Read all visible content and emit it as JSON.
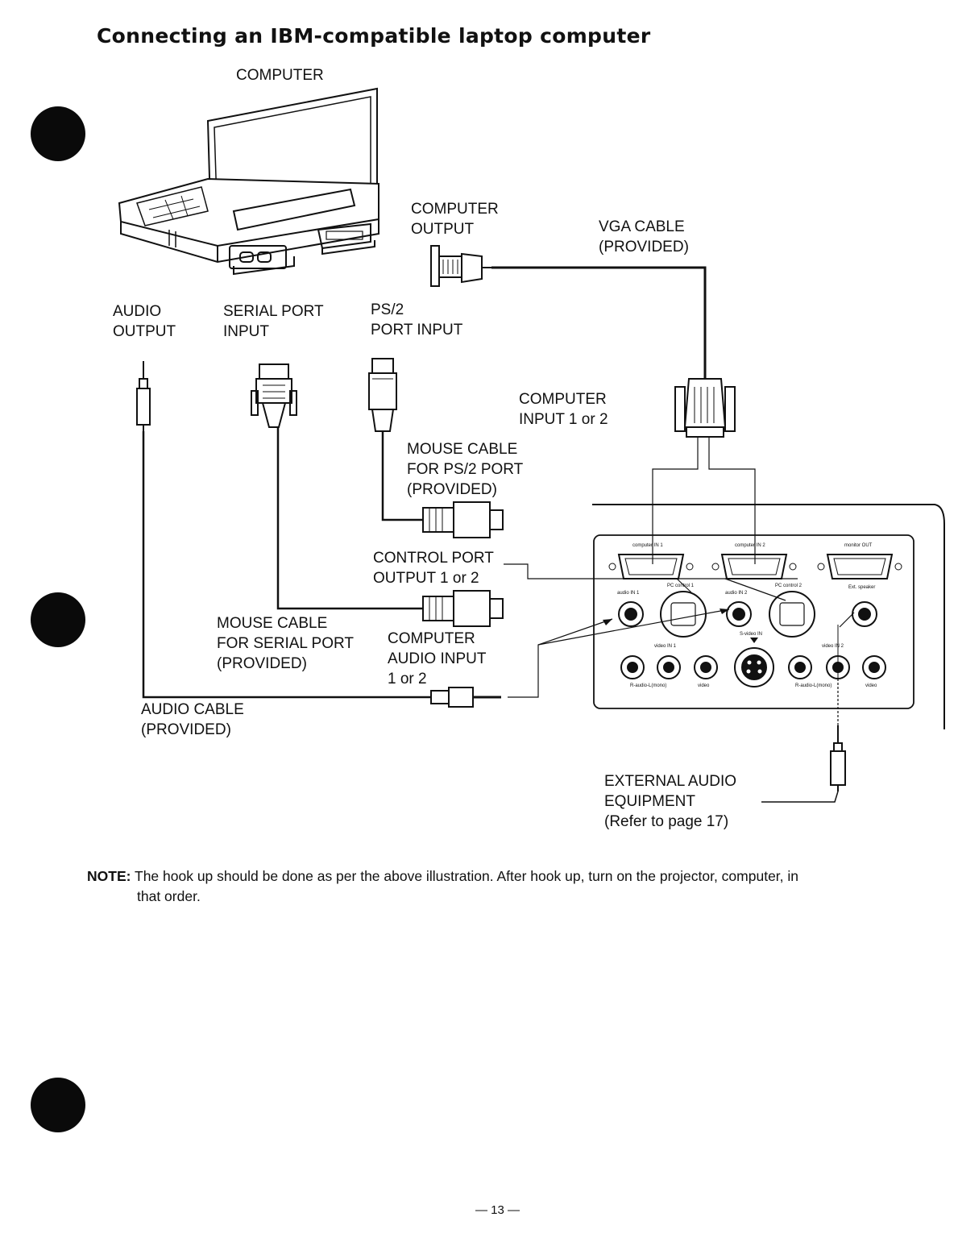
{
  "title": "Connecting an IBM-compatible laptop computer",
  "labels": {
    "computer": "COMPUTER",
    "computer_output": "COMPUTER\nOUTPUT",
    "vga_cable": "VGA CABLE\n(PROVIDED)",
    "audio_output": "AUDIO\nOUTPUT",
    "serial_port_input": "SERIAL PORT\nINPUT",
    "ps2_port_input": "PS/2\nPORT INPUT",
    "computer_input": "COMPUTER\nINPUT 1 or 2",
    "mouse_cable_ps2": "MOUSE CABLE\nFOR PS/2 PORT\n(PROVIDED)",
    "control_port_output": "CONTROL PORT\nOUTPUT 1 or 2",
    "mouse_cable_serial": "MOUSE CABLE\nFOR SERIAL PORT\n(PROVIDED)",
    "computer_audio_input": "COMPUTER\nAUDIO INPUT\n1 or 2",
    "audio_cable": "AUDIO CABLE\n(PROVIDED)",
    "external_audio": "EXTERNAL AUDIO\nEQUIPMENT\n(Refer to page 17)"
  },
  "panel": {
    "computer_in_1": "computer IN 1",
    "computer_in_2": "computer IN 2",
    "monitor_out": "monitor OUT",
    "pc_control_1": "PC control 1",
    "pc_control_2": "PC control 2",
    "audio_in_1": "audio IN 1",
    "audio_in_2": "audio IN 2",
    "ext_speaker": "Ext. speaker",
    "s_video_in": "S-video IN",
    "video_in_1": "video IN 1",
    "video_in_2": "video IN 2",
    "r_audio_l_1": "R-audio-L(mono)",
    "video_1": "video",
    "r_audio_l_2": "R-audio-L(mono)",
    "video_2": "video"
  },
  "note": {
    "prefix": "NOTE:",
    "line1": "The hook up should be done as per the above illustration. After hook up, turn on the projector, computer, in",
    "line2": "that order."
  },
  "page_number": "— 13 —"
}
